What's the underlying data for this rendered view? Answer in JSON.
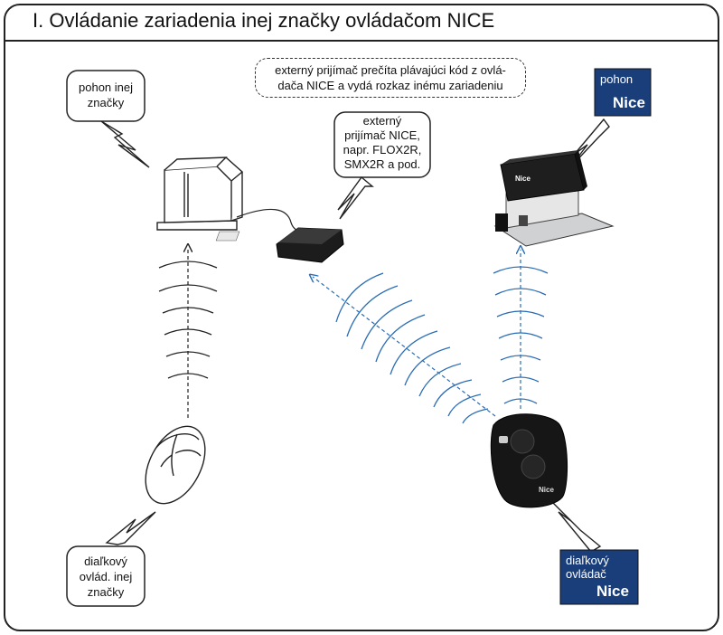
{
  "title": "I. Ovládanie zariadenia inej značky ovládačom NICE",
  "note": {
    "line1": "externý prijímač prečíta plávajúci kód z ovlá-",
    "line2": "dača NICE a vydá rozkaz inému zariadeniu"
  },
  "labels": {
    "other_motor": {
      "line1": "pohon inej",
      "line2": "značky"
    },
    "receiver": {
      "line1": "externý",
      "line2": "prijímač NICE,",
      "line3": "napr. FLOX2R,",
      "line4": "SMX2R a pod."
    },
    "other_remote": {
      "line1": "diaľkový",
      "line2": "ovlád. inej",
      "line3": "značky"
    },
    "nice_motor": {
      "text": "pohon",
      "logo": "Nice"
    },
    "nice_remote": {
      "line1": "diaľkový",
      "line2": "ovládač",
      "logo": "Nice"
    },
    "device_brand": "Nice"
  },
  "colors": {
    "nice_blue": "#1a3e7a",
    "signal_blue": "#2a6db5",
    "outline": "#222222"
  }
}
